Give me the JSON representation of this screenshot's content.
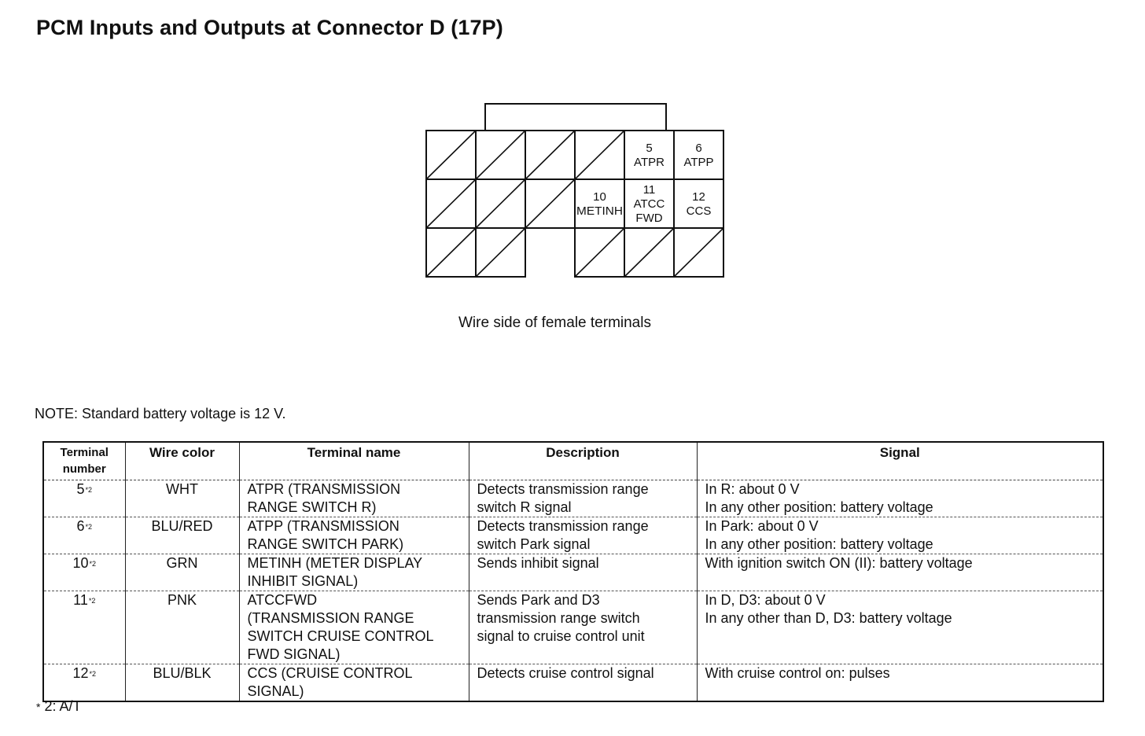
{
  "document": {
    "title": "PCM Inputs and Outputs at Connector D (17P)"
  },
  "connector": {
    "caption": "Wire side of female terminals",
    "active_terminals": [
      {
        "row": 0,
        "col": 4,
        "number": "5",
        "labels": [
          "ATPR"
        ]
      },
      {
        "row": 0,
        "col": 5,
        "number": "6",
        "labels": [
          "ATPP"
        ]
      },
      {
        "row": 1,
        "col": 3,
        "number": "10",
        "labels": [
          "METINH"
        ]
      },
      {
        "row": 1,
        "col": 4,
        "number": "11",
        "labels": [
          "ATCC",
          "FWD"
        ]
      },
      {
        "row": 1,
        "col": 5,
        "number": "12",
        "labels": [
          "CCS"
        ]
      }
    ],
    "unused_cells": [
      {
        "row": 0,
        "col": 0
      },
      {
        "row": 0,
        "col": 1
      },
      {
        "row": 0,
        "col": 2
      },
      {
        "row": 0,
        "col": 3
      },
      {
        "row": 1,
        "col": 0
      },
      {
        "row": 1,
        "col": 1
      },
      {
        "row": 1,
        "col": 2
      },
      {
        "row": 2,
        "col": 0
      },
      {
        "row": 2,
        "col": 1
      },
      {
        "row": 2,
        "col": 3
      },
      {
        "row": 2,
        "col": 4
      },
      {
        "row": 2,
        "col": 5
      }
    ]
  },
  "note": "NOTE: Standard battery voltage is 12 V.",
  "table": {
    "headers": {
      "terminal_number": [
        "Terminal",
        "number"
      ],
      "wire_color": "Wire color",
      "terminal_name": "Terminal name",
      "description": "Description",
      "signal": "Signal"
    },
    "rows": [
      {
        "terminal": "5",
        "ref": "*2",
        "wire_color": "WHT",
        "terminal_name": [
          "ATPR (TRANSMISSION",
          "RANGE SWITCH R)"
        ],
        "description": [
          "Detects transmission range",
          "switch R signal"
        ],
        "signal": [
          "In R: about 0 V",
          "In any other position: battery voltage"
        ]
      },
      {
        "terminal": "6",
        "ref": "*2",
        "wire_color": "BLU/RED",
        "terminal_name": [
          "ATPP (TRANSMISSION",
          "RANGE SWITCH PARK)"
        ],
        "description": [
          "Detects transmission range",
          "switch Park signal"
        ],
        "signal": [
          "In Park: about 0 V",
          "In any other position: battery voltage"
        ]
      },
      {
        "terminal": "10",
        "ref": "*2",
        "wire_color": "GRN",
        "terminal_name": [
          "METINH (METER DISPLAY",
          "INHIBIT SIGNAL)"
        ],
        "description": [
          "Sends inhibit signal"
        ],
        "signal": [
          "With ignition switch ON (II): battery voltage"
        ]
      },
      {
        "terminal": "11",
        "ref": "*2",
        "wire_color": "PNK",
        "terminal_name": [
          "ATCCFWD",
          "(TRANSMISSION RANGE",
          "SWITCH CRUISE CONTROL",
          "FWD SIGNAL)"
        ],
        "description": [
          "Sends Park and D3",
          "transmission range switch",
          "signal to cruise control unit"
        ],
        "signal": [
          "In D, D3: about 0 V",
          "In any other than D, D3: battery voltage"
        ]
      },
      {
        "terminal": "12",
        "ref": "*2",
        "wire_color": "BLU/BLK",
        "terminal_name": [
          "CCS (CRUISE CONTROL",
          "SIGNAL)"
        ],
        "description": [
          "Detects cruise control signal"
        ],
        "signal": [
          "With cruise control on: pulses"
        ]
      }
    ]
  },
  "footnote": {
    "marker": "*",
    "text": "2: A/T"
  }
}
